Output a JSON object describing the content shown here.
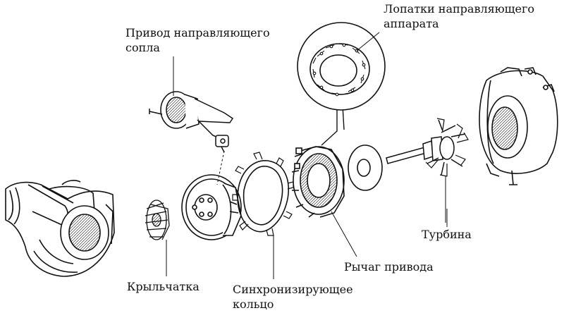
{
  "labels": {
    "actuator": {
      "line1": "Привод направляющего",
      "line2": "сопла"
    },
    "vanes": {
      "line1": "Лопатки направляющего",
      "line2": "аппарата"
    },
    "turbine": "Турбина",
    "lever": "Рычаг привода",
    "impeller": "Крыльчатка",
    "sync_ring": {
      "line1": "Синхронизирующее",
      "line2": "кольцо"
    }
  },
  "colors": {
    "ink": "#111111",
    "background": "#ffffff",
    "light_fill": "#e6e6e6"
  }
}
